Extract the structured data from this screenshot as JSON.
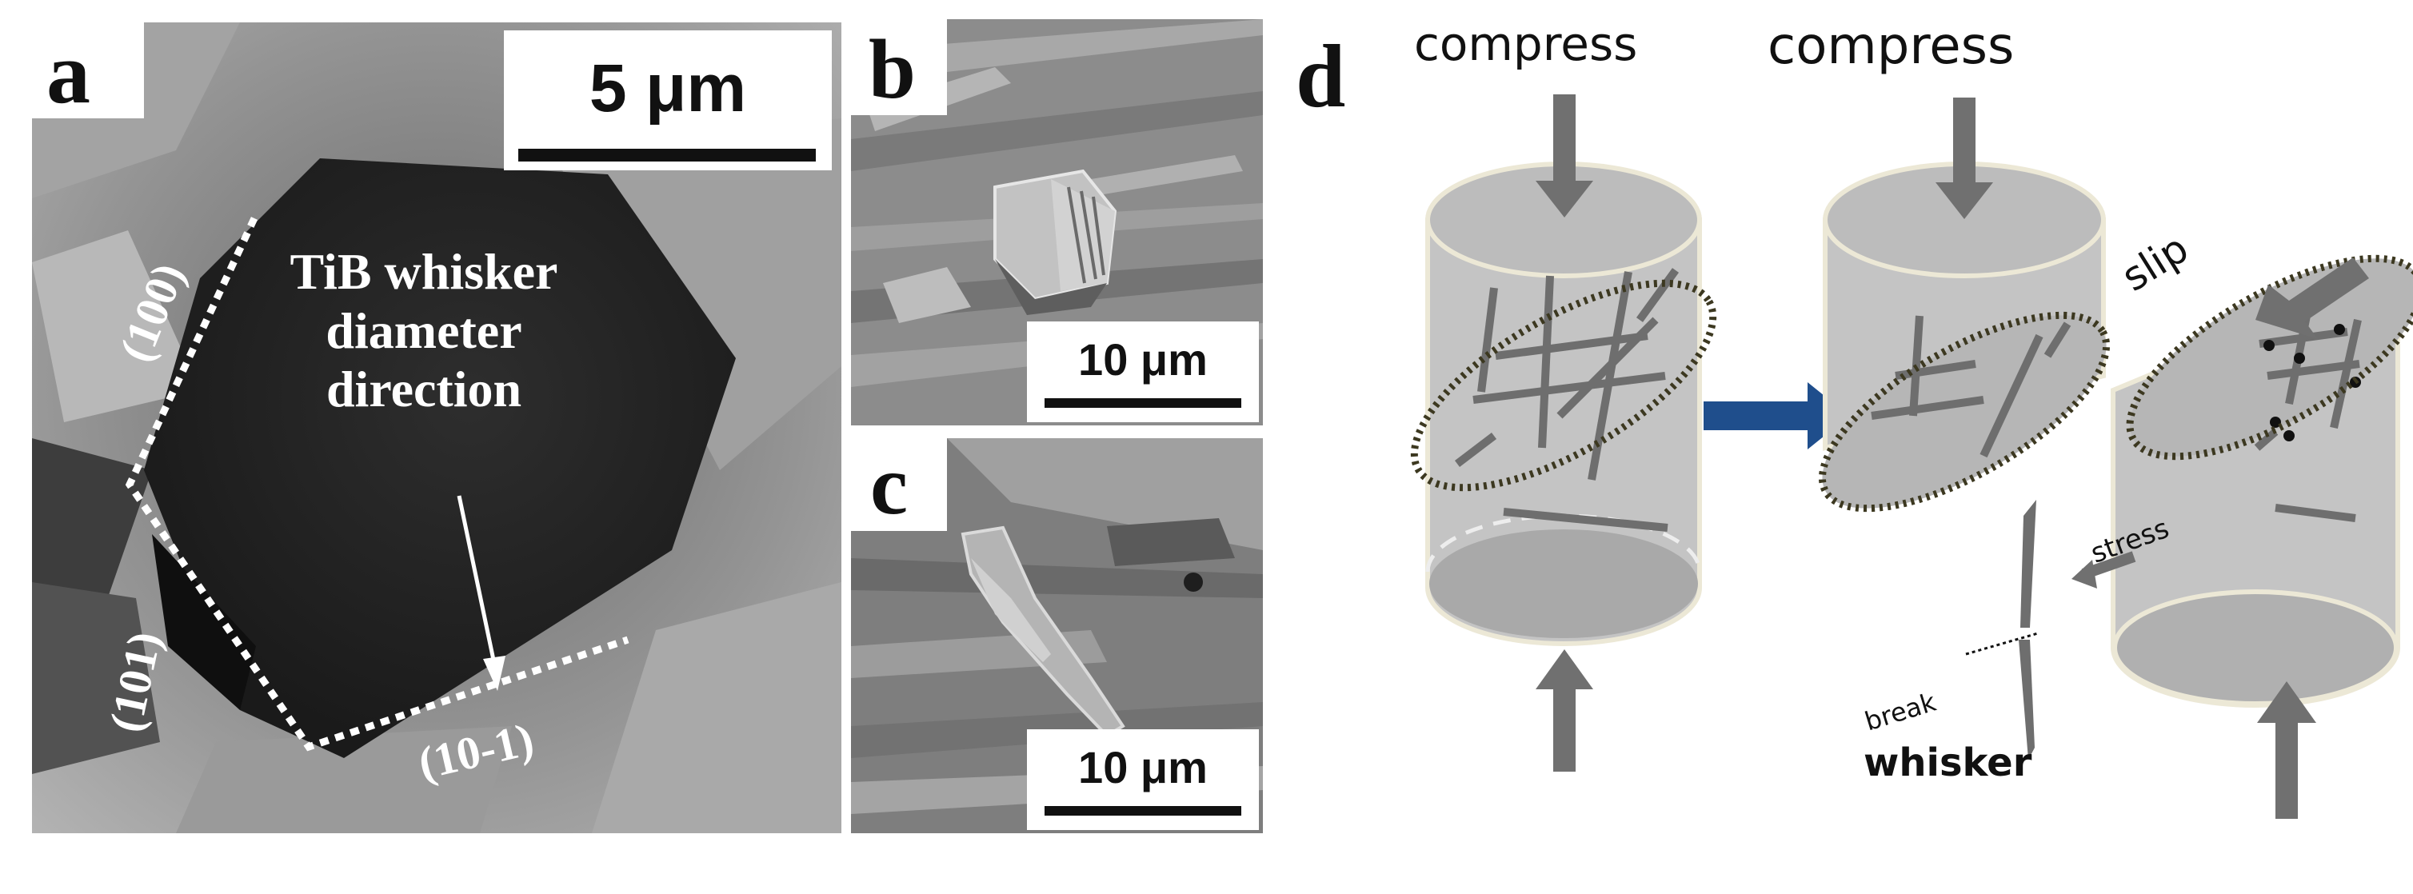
{
  "panels": {
    "a": {
      "letter": "a",
      "scale_label": "5 μm",
      "annotation": [
        "TiB whisker",
        "diameter",
        "direction"
      ],
      "facets": [
        "(100)",
        "(101)",
        "(10-1)"
      ]
    },
    "b": {
      "letter": "b",
      "scale_label": "10 μm"
    },
    "c": {
      "letter": "c",
      "scale_label": "10 μm"
    },
    "d": {
      "letter": "d",
      "labels": {
        "compress_left": "compress",
        "compress_right": "compress",
        "slip": "slip",
        "stress": "stress",
        "break": "break",
        "whisker": "whisker"
      }
    }
  },
  "colors": {
    "arrow_gray": "#707070",
    "cylinder_fill": "#c4c4c4",
    "cylinder_edge": "#ece8d6",
    "dotted_ellipse": "#3c3820",
    "flow_arrow": "#1f4e8c",
    "whisker_gray": "#6e6e6e"
  }
}
